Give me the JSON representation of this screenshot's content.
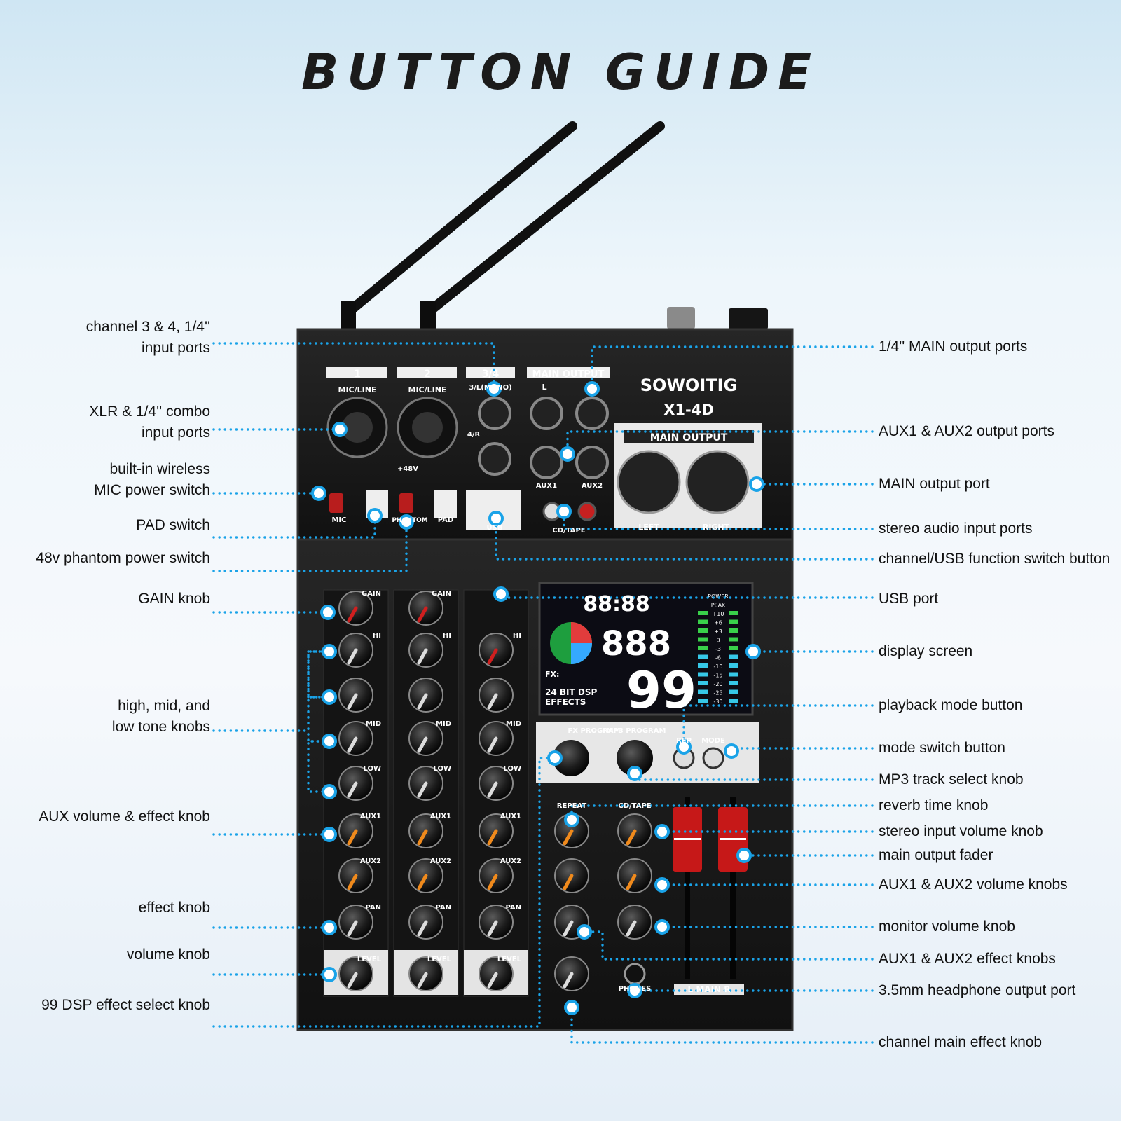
{
  "title": "BUTTON GUIDE",
  "device": {
    "brand": "SOWOITIG",
    "model": "X1-4D",
    "panel": {
      "ch1": "1",
      "ch2": "2",
      "ch34": "3/4",
      "mic_line": "MIC/LINE",
      "ch3_label": "3/L(MONO)",
      "ch4_label": "4/R",
      "main_output_top": "MAIN OUTPUT",
      "main_output_xlr": "MAIN OUTPUT",
      "l": "L",
      "aux1": "AUX1",
      "aux2": "AUX2",
      "cd_tape": "CD/TAPE",
      "left": "LEFT",
      "right": "RIGHT",
      "mic": "MIC",
      "phantom": "PHANTOM",
      "pad": "PAD",
      "plus48v": "+48V",
      "usb": "USB",
      "gain": "GAIN",
      "hi": "HI",
      "mid": "MID",
      "low": "LOW",
      "pan": "PAN",
      "peak": "PEAK",
      "level": "LEVEL",
      "fx": "FX",
      "fx_program": "FX PROGRAM",
      "mp3_program": "MP3 PROGRAM",
      "rep": "REP",
      "mode": "MODE",
      "repeat": "REPEAT",
      "phones": "PHONES",
      "main_lr": "L  MAIN  R",
      "display_digits_top": "88:88",
      "display_digits_mid": "888",
      "display_digits_big": "99",
      "display_dsp": "24 BIT DSP",
      "display_effects": "EFFECTS",
      "display_fx": "FX:",
      "meter_labels": [
        "POWER",
        "PEAK",
        "+10",
        "+6",
        "+3",
        "0",
        "-3",
        "-6",
        "-10",
        "-15",
        "-20",
        "-25",
        "-30"
      ]
    }
  },
  "left_labels": [
    {
      "id": "ch34-ports",
      "lines": [
        "channel 3 & 4, 1/4''",
        "input ports"
      ]
    },
    {
      "id": "xlr-combo",
      "lines": [
        "XLR & 1/4'' combo",
        "input ports"
      ]
    },
    {
      "id": "wireless-mic",
      "lines": [
        "built-in wireless",
        "MIC power switch"
      ]
    },
    {
      "id": "pad",
      "lines": [
        "PAD switch"
      ]
    },
    {
      "id": "phantom",
      "lines": [
        "48v phantom power switch"
      ]
    },
    {
      "id": "gain",
      "lines": [
        "GAIN knob"
      ]
    },
    {
      "id": "tone",
      "lines": [
        "high, mid, and",
        "low tone knobs"
      ]
    },
    {
      "id": "aux",
      "lines": [
        "AUX volume & effect knob"
      ]
    },
    {
      "id": "effect",
      "lines": [
        "effect knob"
      ]
    },
    {
      "id": "volume",
      "lines": [
        "volume knob"
      ]
    },
    {
      "id": "dsp",
      "lines": [
        "99 DSP effect select knob"
      ]
    }
  ],
  "right_labels": [
    {
      "id": "main-out-14",
      "text": "1/4'' MAIN output ports"
    },
    {
      "id": "aux-out",
      "text": "AUX1 & AUX2 output ports"
    },
    {
      "id": "main-out",
      "text": "MAIN output port"
    },
    {
      "id": "stereo-in",
      "text": "stereo audio input ports"
    },
    {
      "id": "usb-switch",
      "text": "channel/USB function switch button"
    },
    {
      "id": "usb-port",
      "text": "USB port"
    },
    {
      "id": "display",
      "text": "display screen"
    },
    {
      "id": "playback",
      "text": "playback mode button"
    },
    {
      "id": "mode",
      "text": "mode switch button"
    },
    {
      "id": "mp3",
      "text": "MP3 track select knob"
    },
    {
      "id": "reverb",
      "text": "reverb time knob"
    },
    {
      "id": "stereo-vol",
      "text": "stereo input volume knob"
    },
    {
      "id": "fader",
      "text": "main output fader"
    },
    {
      "id": "aux-vol",
      "text": "AUX1 & AUX2 volume knobs"
    },
    {
      "id": "monitor",
      "text": "monitor volume knob"
    },
    {
      "id": "aux-fx",
      "text": "AUX1 & AUX2 effect knobs"
    },
    {
      "id": "headphone",
      "text": "3.5mm headphone output port"
    },
    {
      "id": "main-fx",
      "text": "channel main effect knob"
    }
  ],
  "colors": {
    "accent": "#1aa3e8",
    "panel": "#1a1a1a",
    "knob_red": "#d11f1f",
    "knob_orange": "#f08a1c",
    "display_green": "#39d14a",
    "display_cyan": "#36c8e8"
  }
}
